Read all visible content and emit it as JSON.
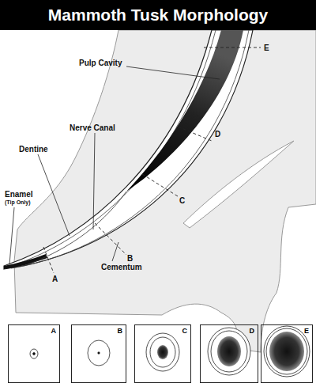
{
  "diagram": {
    "title": "Mammoth Tusk Morphology",
    "nodes": [
      {
        "text": [
          "A"
        ]
      },
      {
        "text": [
          "B"
        ]
      },
      {
        "text": [
          "C"
        ]
      },
      {
        "text": [
          "D"
        ]
      },
      {
        "text": [
          "E"
        ]
      }
    ],
    "labels": [
      "Pulp Cavity",
      "E",
      "Nerve Canal",
      "D",
      "Dentine",
      "C",
      "Enamel",
      "(Tip Only)",
      "B",
      "A",
      "Cementum"
    ]
  }
}
